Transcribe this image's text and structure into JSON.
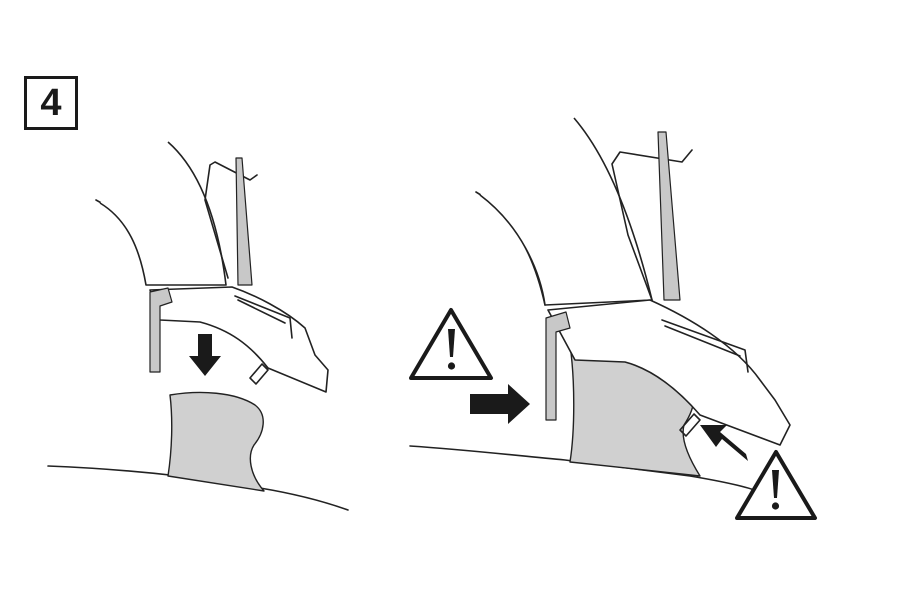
{
  "step": {
    "number": "4"
  },
  "panels": [
    {
      "name": "before-fit",
      "arrows": [
        "down-arrow"
      ]
    },
    {
      "name": "after-fit",
      "arrows": [
        "right-arrow",
        "diagonal-arrow"
      ],
      "warnings": [
        "warning-left",
        "warning-right"
      ]
    }
  ],
  "icons": {
    "warning": "warning-triangle-icon",
    "arrow": "arrow-icon"
  },
  "colors": {
    "line": "#222222",
    "fill_gray": "#d0d0d0",
    "arrow": "#1a1a1a",
    "background": "#ffffff"
  }
}
